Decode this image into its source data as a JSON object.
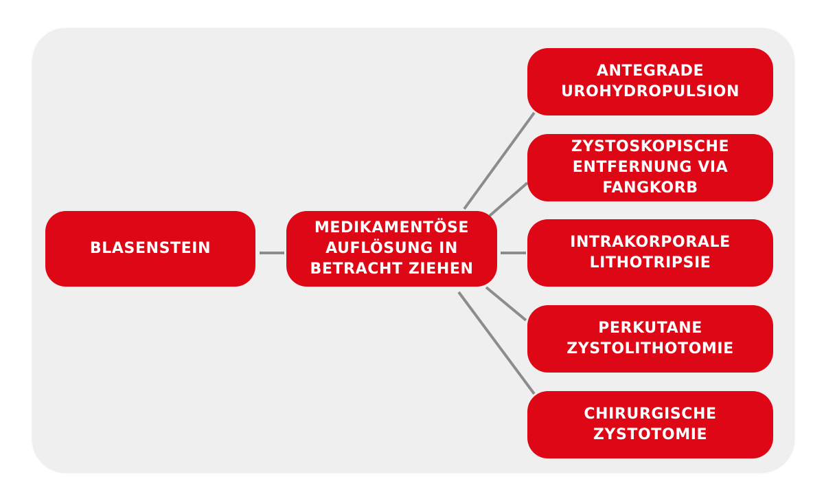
{
  "diagram": {
    "colors": {
      "panel": "#efefef",
      "node_fill": "#dd0716",
      "node_text": "#ffffff",
      "connector": "#8c8c8c"
    },
    "root": {
      "label": "BLASENSTEIN"
    },
    "center": {
      "label": "MEDIKAMENTÖSE\nAUFLÖSUNG IN\nBETRACHT ZIEHEN"
    },
    "options": [
      {
        "label": "ANTEGRADE\nUROHYDROPULSION"
      },
      {
        "label": "ZYSTOSKOPISCHE\nENTFERNUNG VIA\nFANGKORB"
      },
      {
        "label": "INTRAKORPORALE\nLITHOTRIPSIE"
      },
      {
        "label": "PERKUTANE\nZYSTOLITHOTOMIE"
      },
      {
        "label": "CHIRURGISCHE\nZYSTOTOMIE"
      }
    ]
  }
}
